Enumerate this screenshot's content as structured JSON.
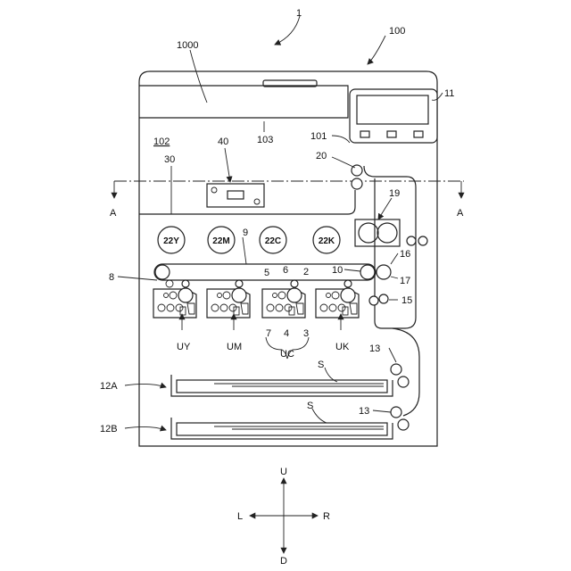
{
  "figure": {
    "ref_device": "1",
    "ref_body": "100",
    "ref_reader": "1000",
    "ref_panel": "11",
    "ref_panel_frame": "101",
    "ref_top_line": "103",
    "ref_housing": "102",
    "ref_unit40": "40",
    "ref_unit30": "30",
    "ref_path20": "20",
    "ref_fuser": "19",
    "ref_belt": "9",
    "ref_8": "8",
    "ref_16": "16",
    "ref_17": "17",
    "ref_15": "15",
    "ref_10": "10",
    "ref_5": "5",
    "ref_6": "6",
    "ref_2": "2",
    "ref_7": "7",
    "ref_4": "4",
    "ref_3": "3",
    "ref_13a": "13",
    "ref_13b": "13",
    "ref_12a": "12A",
    "ref_12b": "12B",
    "ref_s1": "S",
    "ref_s2": "S",
    "section_left": "A",
    "section_right": "A",
    "toner": [
      "22Y",
      "22M",
      "22C",
      "22K"
    ],
    "units": [
      "UY",
      "UM",
      "UC",
      "UK"
    ]
  },
  "compass": {
    "up": "U",
    "down": "D",
    "left": "L",
    "right": "R"
  }
}
